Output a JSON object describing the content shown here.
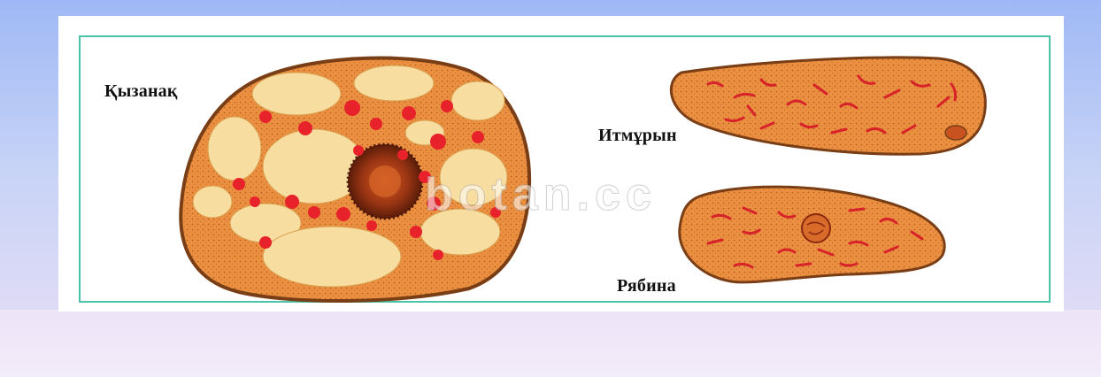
{
  "labels": {
    "kyzanak": "Қызанақ",
    "itmuryn": "Итмұрын",
    "ryabina": "Рябина"
  },
  "watermark": "botan.cc",
  "colors": {
    "frame": "#4cc3a8",
    "cytoplasm": "#e98e3c",
    "membrane": "#7a3e16",
    "vacuole": "#f8dda0",
    "chromoplast": "#e8222b",
    "nucleus": "#8a2a10"
  }
}
